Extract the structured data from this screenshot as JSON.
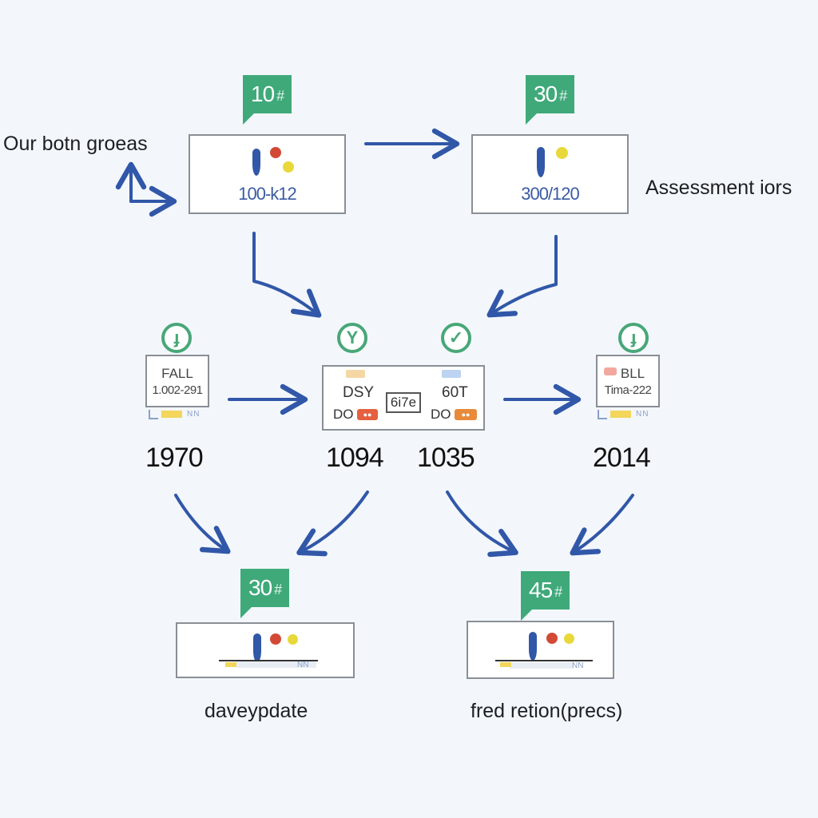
{
  "colors": {
    "arrow": "#3157a8",
    "tag_green": "#3fa97a",
    "icon_green": "#48a778",
    "box_border": "#8a8f96",
    "dot_red": "#d24a36",
    "dot_yellow": "#e8d83a"
  },
  "top": {
    "left_tag": "10",
    "right_tag": "30",
    "left_box_caption": "100-k12",
    "right_box_caption": "300/120",
    "left_side_label": "Our botn groeas",
    "right_side_label": "Assessment iors"
  },
  "middle": {
    "left_card": {
      "line1": "FALL",
      "line2": "1.002-291",
      "mini": "NN"
    },
    "right_card": {
      "line1": "BLL",
      "line2": "Tima-222",
      "mini": "NN"
    },
    "center_box": {
      "left_label": "DSY",
      "right_label": "60T",
      "center_label": "6i7e",
      "left_doc": "DO",
      "right_doc": "DO"
    },
    "years": [
      "1970",
      "1094",
      "1035",
      "2014"
    ],
    "icons": [
      "check-circle-icon",
      "fork-circle-icon",
      "checkmark-circle-icon",
      "check-circle-icon"
    ]
  },
  "bottom": {
    "left_tag": "30",
    "right_tag": "45",
    "left_label": "daveypdate",
    "right_label": "fred retion(precs)",
    "left_mini": "NN",
    "right_mini": "NN"
  }
}
